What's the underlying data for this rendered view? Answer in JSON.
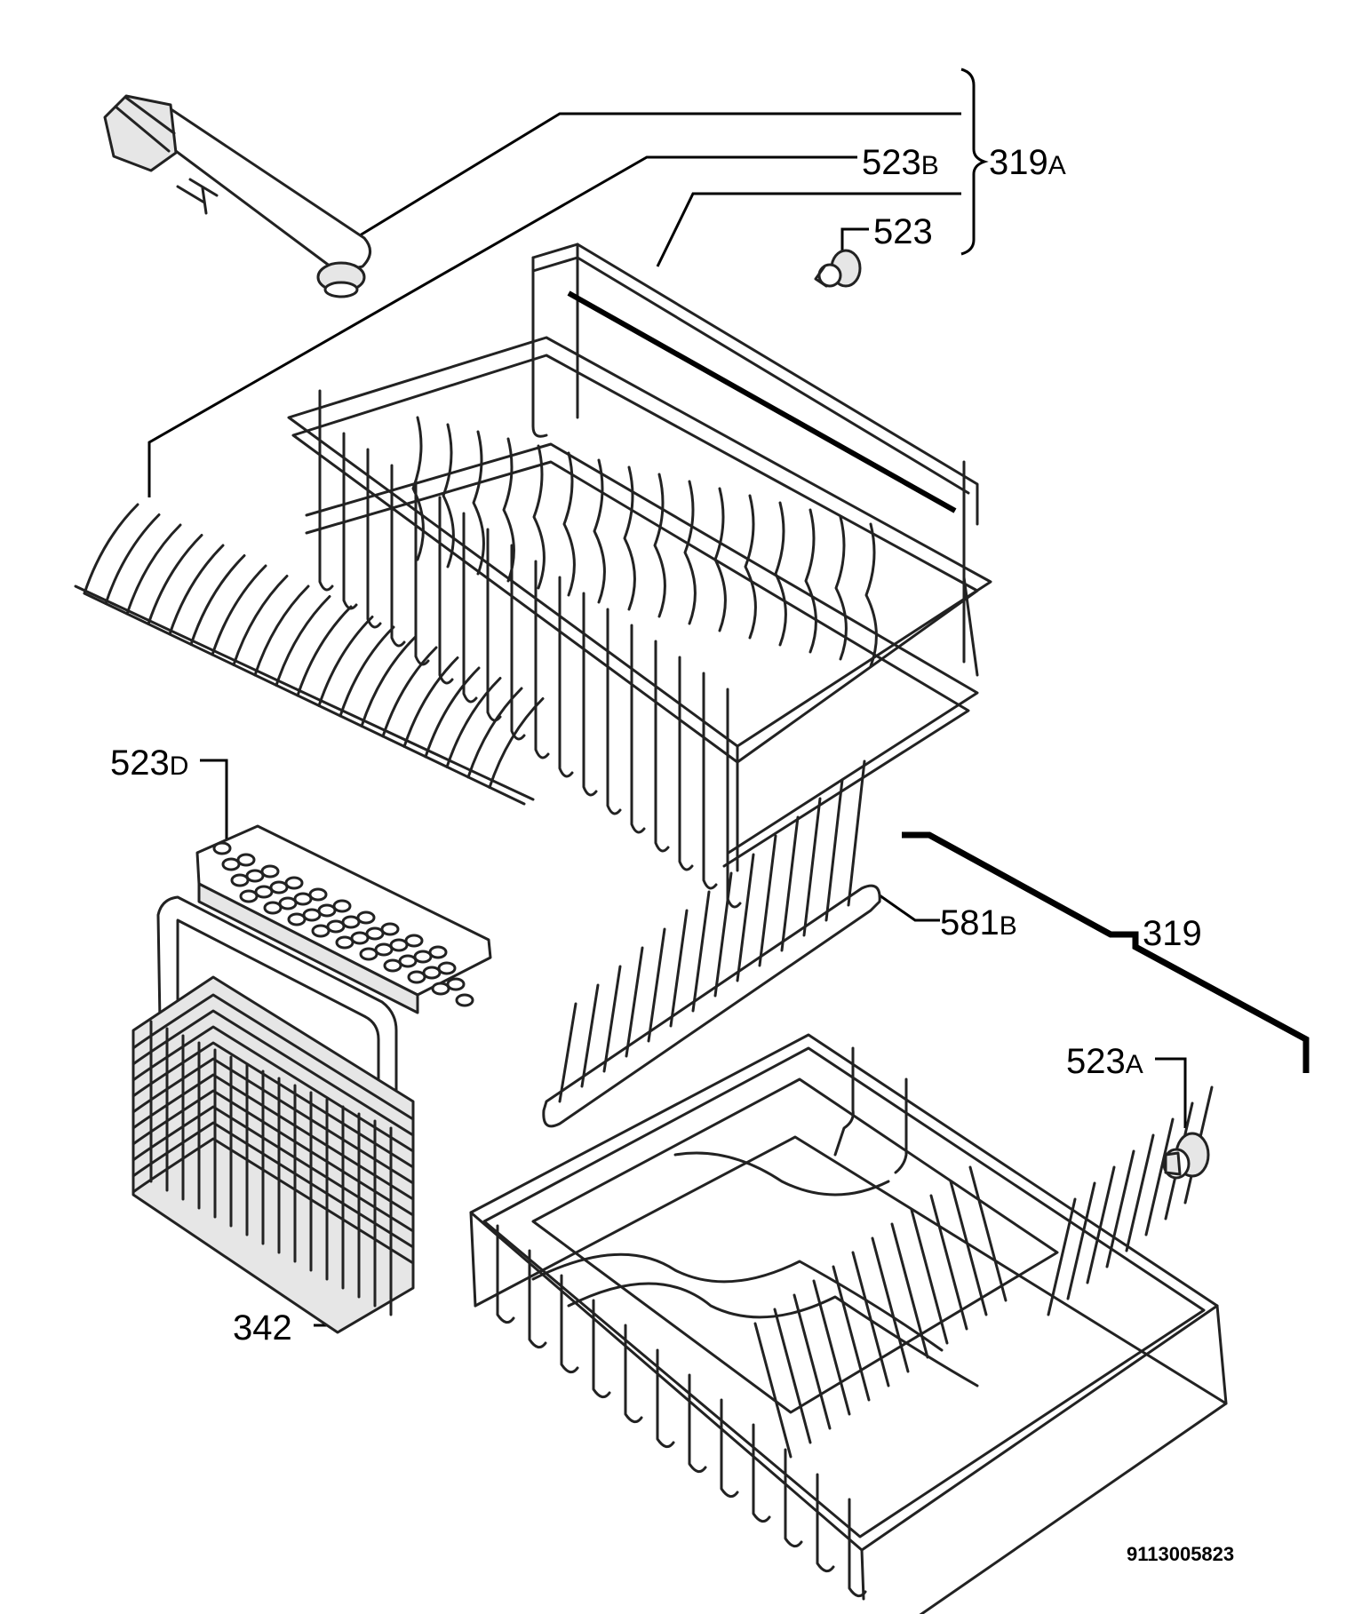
{
  "labels": {
    "l319A": {
      "num": "319",
      "suffix": "A"
    },
    "l523B": {
      "num": "523",
      "suffix": "B"
    },
    "l523": {
      "num": "523",
      "suffix": ""
    },
    "l523D": {
      "num": "523",
      "suffix": "D"
    },
    "l581B": {
      "num": "581",
      "suffix": "B"
    },
    "l319": {
      "num": "319",
      "suffix": ""
    },
    "l523A": {
      "num": "523",
      "suffix": "A"
    },
    "l342": {
      "num": "342",
      "suffix": ""
    }
  },
  "drawing_code": "9113005823",
  "colors": {
    "line": "#000000",
    "background": "#ffffff"
  }
}
